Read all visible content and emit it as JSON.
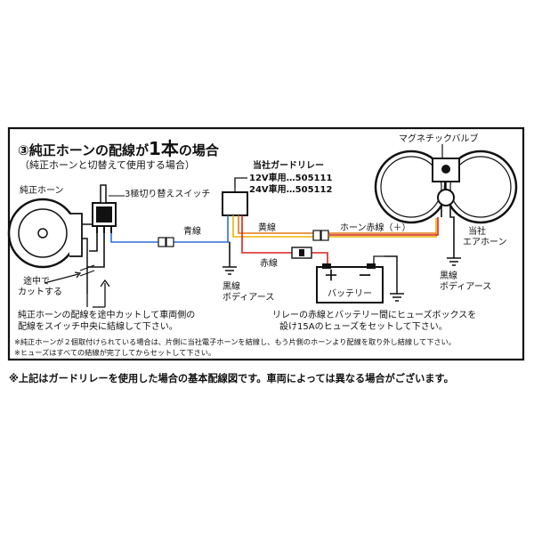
{
  "title": {
    "num": "③",
    "part1": "純正ホーンの配線が",
    "big": "1本",
    "part2": "の場合"
  },
  "subtitle": "（純正ホーンと切替えて使用する場合）",
  "labels": {
    "stock_horn": "純正ホーン",
    "switch": "3極切り替えスイッチ",
    "cut_line1": "途中で",
    "cut_line2": "カットする",
    "blue_wire": "青線",
    "yellow_wire": "黄線",
    "red_wire": "赤線",
    "horn_red": "ホーン赤線（＋）",
    "black_ground_1": "黒線",
    "body_ground_1": "ボディアース",
    "relay_title": "当社ガードリレー",
    "relay_12v": "12V車用…505111",
    "relay_24v": "24V車用…505112",
    "battery": "バッテリー",
    "battery_plus": "＋",
    "battery_minus": "－",
    "magnetic_valve": "マグネチックバルブ",
    "our_horn_1": "当社",
    "our_horn_2": "エアホーン",
    "black_ground_2": "黒線",
    "body_ground_2": "ボディアース"
  },
  "notes": {
    "left_1": "純正ホーンの配線を途中カットして車両側の",
    "left_2": "配線をスイッチ中央に結線して下さい。",
    "right_1": "リレーの赤線とバッテリー間にヒューズボックスを",
    "right_2": "設け15Aのヒューズをセットして下さい。",
    "bottom_1": "※純正ホーンが２個取付けられている場合は、片側に当社電子ホーンを結線し、もう片側のホーンより配線を取り外し結線して下さい。",
    "bottom_2": "※ヒューズはすべての結線が完了してからセットして下さい。"
  },
  "footer": "※上記はガードリレーを使用した場合の基本配線図です。車両によっては異なる場合がございます。",
  "colors": {
    "frame": "#111111",
    "blue": "#2a6fd6",
    "yellow": "#e8b400",
    "red": "#d8221e",
    "orange": "#e07a10",
    "black": "#111111",
    "gray": "#888888"
  }
}
